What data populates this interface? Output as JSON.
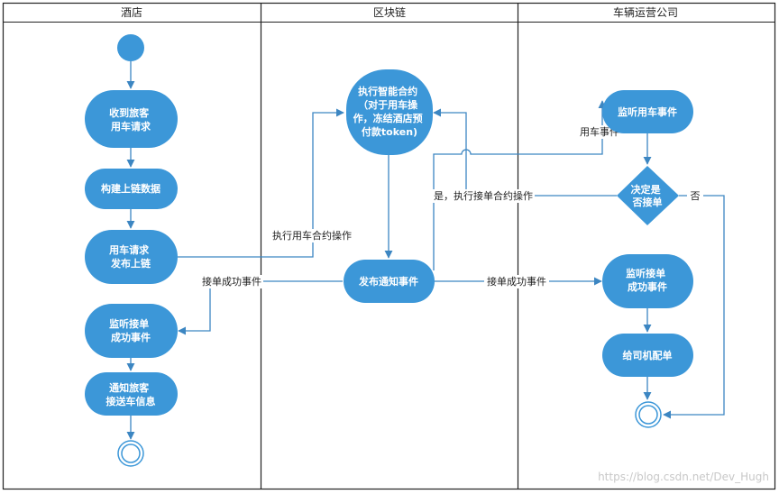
{
  "lanes": [
    "酒店",
    "区块链",
    "车辆运营公司"
  ],
  "nodes": {
    "receive_request": [
      "收到旅客",
      "用车请求"
    ],
    "build_data": [
      "构建上链数据"
    ],
    "publish_request": [
      "用车请求",
      "发布上链"
    ],
    "listen_success": [
      "监听接单",
      "成功事件"
    ],
    "notify_guest": [
      "通知旅客",
      "接送车信息"
    ],
    "execute_contract": [
      "执行智能合约",
      "（对于用车操",
      "作，冻结酒店预",
      "付款token)"
    ],
    "publish_notify": [
      "发布通知事件"
    ],
    "listen_car": [
      "监听用车事件"
    ],
    "decide": [
      "决定是",
      "否接单"
    ],
    "listen_success_company": [
      "监听接单",
      "成功事件"
    ],
    "dispatch_driver": [
      "给司机配单"
    ]
  },
  "edges": {
    "execute_op": "执行用车合约操作",
    "success_event_left": "接单成功事件",
    "success_event_right": "接单成功事件",
    "car_event": "用车事件",
    "yes_accept": "是，执行接单合约操作",
    "no": "否"
  },
  "watermark": "https://blog.csdn.net/Dev_Hugh",
  "colors": {
    "node": "#3c97d8",
    "line": "#3c86c2",
    "border": "#222222"
  }
}
